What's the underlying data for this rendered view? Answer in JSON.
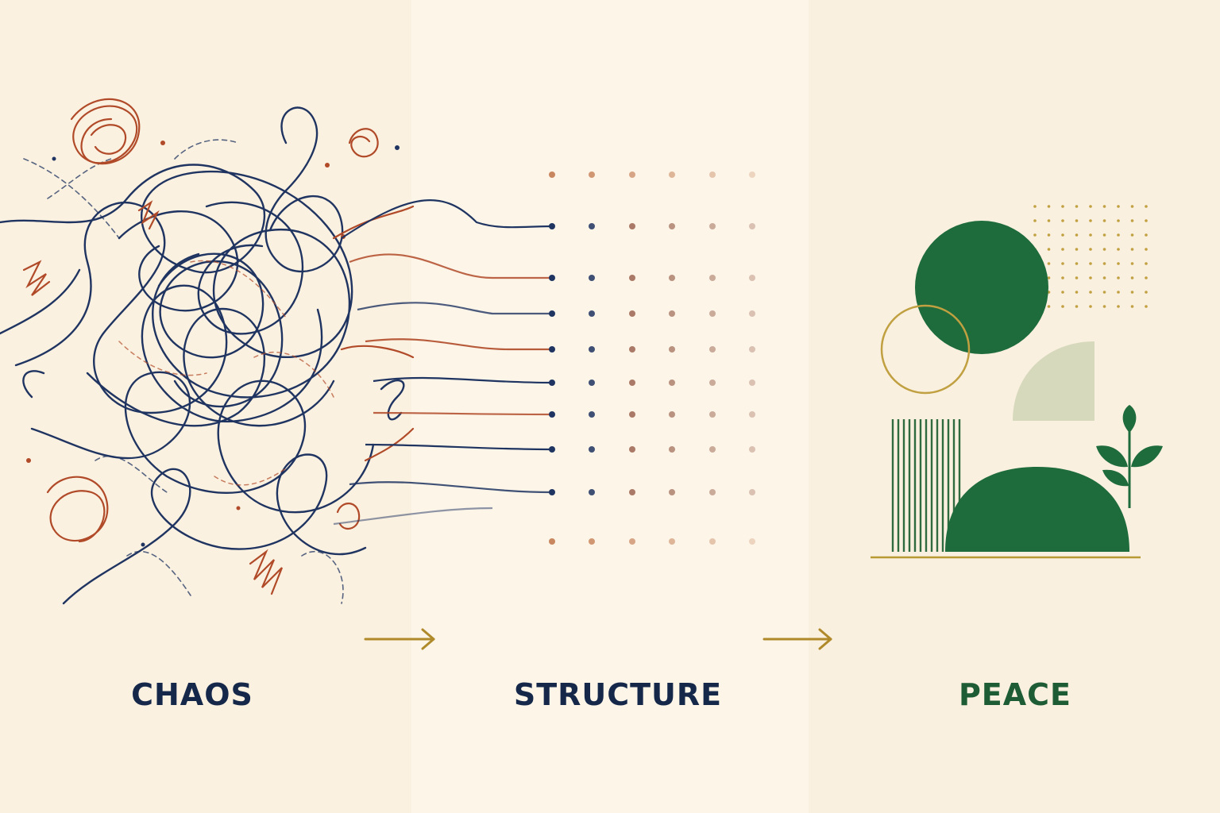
{
  "stages": [
    {
      "label": "CHAOS",
      "color": "#15284a",
      "icon": "tangled-lines"
    },
    {
      "label": "STRUCTURE",
      "color": "#15284a",
      "icon": "grid-lattice"
    },
    {
      "label": "PEACE",
      "color": "#1d5c35",
      "icon": "calm-shapes-with-sprout"
    }
  ],
  "arrows": [
    {
      "from": "CHAOS",
      "to": "STRUCTURE",
      "icon": "arrow-right-icon"
    },
    {
      "from": "STRUCTURE",
      "to": "PEACE",
      "icon": "arrow-right-icon"
    }
  ],
  "colors": {
    "background": "#fbf3e4",
    "navy": "#1f3461",
    "rust": "#b04a28",
    "gold": "#b89a35",
    "green": "#1e6b3c",
    "sage": "#d6d9bc"
  }
}
